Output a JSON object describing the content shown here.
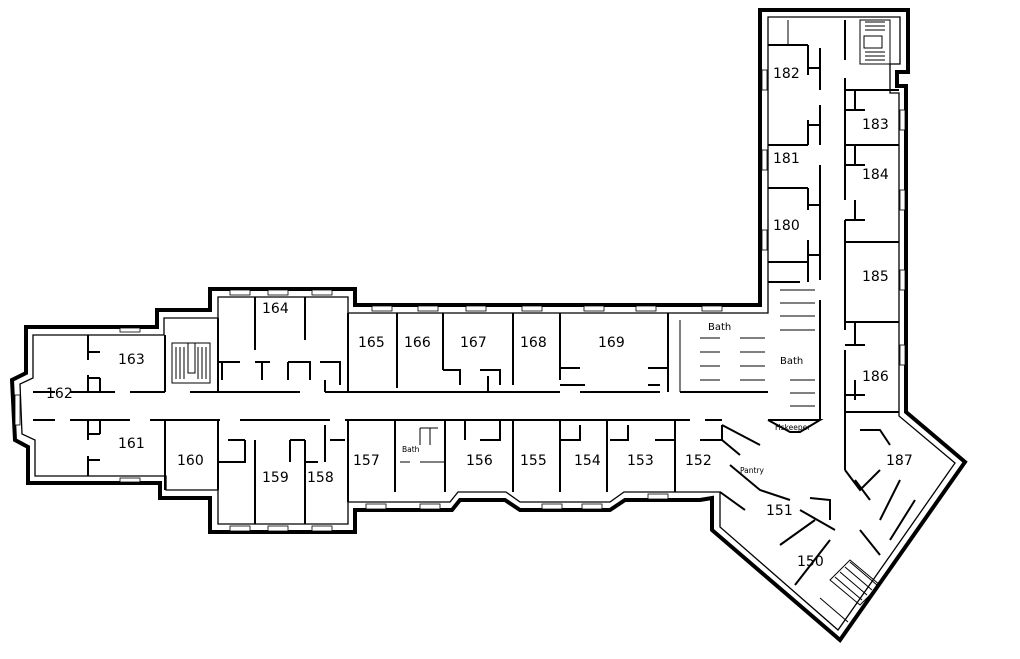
{
  "floor_plan": {
    "rooms": [
      {
        "id": "162",
        "label": "162"
      },
      {
        "id": "163",
        "label": "163"
      },
      {
        "id": "161",
        "label": "161"
      },
      {
        "id": "160",
        "label": "160"
      },
      {
        "id": "164",
        "label": "164"
      },
      {
        "id": "159",
        "label": "159"
      },
      {
        "id": "158",
        "label": "158"
      },
      {
        "id": "165",
        "label": "165"
      },
      {
        "id": "166",
        "label": "166"
      },
      {
        "id": "167",
        "label": "167"
      },
      {
        "id": "168",
        "label": "168"
      },
      {
        "id": "169",
        "label": "169"
      },
      {
        "id": "157",
        "label": "157"
      },
      {
        "id": "156",
        "label": "156"
      },
      {
        "id": "155",
        "label": "155"
      },
      {
        "id": "154",
        "label": "154"
      },
      {
        "id": "153",
        "label": "153"
      },
      {
        "id": "152",
        "label": "152"
      },
      {
        "id": "151",
        "label": "151"
      },
      {
        "id": "150",
        "label": "150"
      },
      {
        "id": "187",
        "label": "187"
      },
      {
        "id": "186",
        "label": "186"
      },
      {
        "id": "185",
        "label": "185"
      },
      {
        "id": "184",
        "label": "184"
      },
      {
        "id": "183",
        "label": "183"
      },
      {
        "id": "182",
        "label": "182"
      },
      {
        "id": "181",
        "label": "181"
      },
      {
        "id": "180",
        "label": "180"
      }
    ],
    "service_rooms": {
      "bath_top": "Bath",
      "bath_right": "Bath",
      "bath_small": "Bath",
      "pantry": "Pantry",
      "hskeeper": "Hskeeper"
    }
  }
}
